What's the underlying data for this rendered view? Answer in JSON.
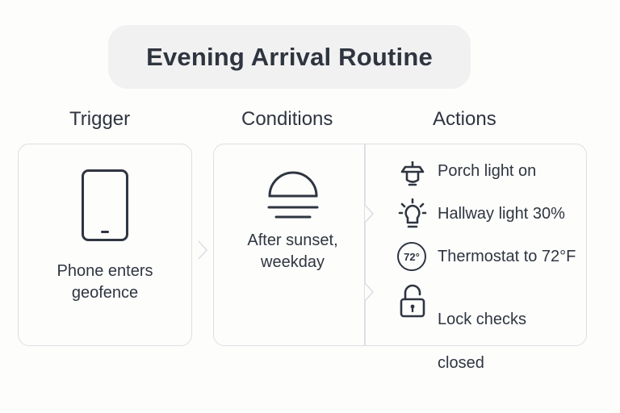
{
  "title": "Evening Arrival Routine",
  "columns": {
    "trigger": "Trigger",
    "conditions": "Conditions",
    "actions": "Actions"
  },
  "trigger": {
    "icon": "smartphone-icon",
    "text_line1": "Phone enters",
    "text_line2": "geofence"
  },
  "conditions": {
    "icon": "sunset-icon",
    "text_line1": "After sunset,",
    "text_line2": "weekday"
  },
  "actions": [
    {
      "icon": "porch-lamp-icon",
      "label": "Porch light on"
    },
    {
      "icon": "lightbulb-icon",
      "label": "Hallway light 30%"
    },
    {
      "icon": "thermostat-icon",
      "icon_text": "72°",
      "label": "Thermostat to 72°F"
    },
    {
      "icon": "lock-icon",
      "label_line1": "Lock checks",
      "label_line2": "closed"
    }
  ],
  "colors": {
    "text": "#2f3540",
    "border": "#dcdfe3",
    "pill": "#f1f1f1"
  }
}
